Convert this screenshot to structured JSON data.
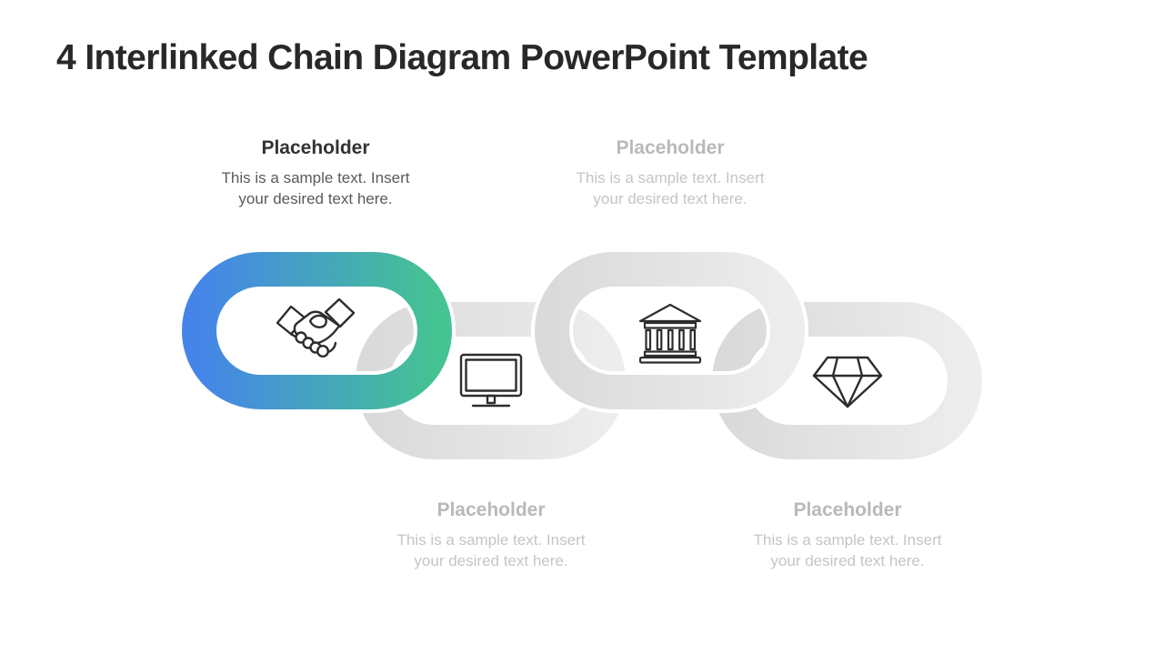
{
  "title": "4 Interlinked Chain Diagram PowerPoint Template",
  "placeholders": {
    "top_left": {
      "heading": "Placeholder",
      "line1": "This is a sample text. Insert",
      "line2": "your desired text here."
    },
    "top_right": {
      "heading": "Placeholder",
      "line1": "This is a sample text. Insert",
      "line2": "your desired text here."
    },
    "bottom_left": {
      "heading": "Placeholder",
      "line1": "This is a sample text. Insert",
      "line2": "your desired text here."
    },
    "bottom_right": {
      "heading": "Placeholder",
      "line1": "This is a sample text. Insert",
      "line2": "your desired text here."
    }
  },
  "chain": {
    "links": [
      {
        "name": "link-1",
        "icon": "handshake-icon",
        "fill": "gradient"
      },
      {
        "name": "link-2",
        "icon": "monitor-icon",
        "fill": "gray"
      },
      {
        "name": "link-3",
        "icon": "bank-icon",
        "fill": "gray"
      },
      {
        "name": "link-4",
        "icon": "diamond-icon",
        "fill": "gray"
      }
    ],
    "accent_blue": "#4585e9",
    "accent_green": "#45c392",
    "gray_dark": "#dadada",
    "gray_light": "#ededed",
    "icon_stroke": "#2d2d2d"
  }
}
